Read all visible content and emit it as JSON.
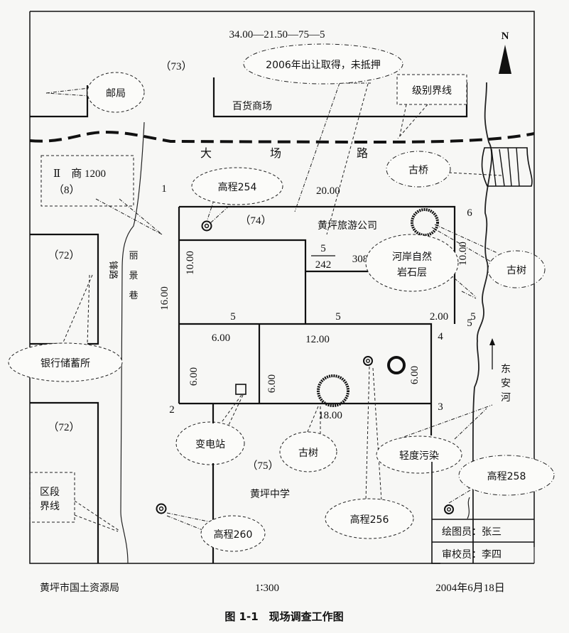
{
  "map": {
    "parcel_code": "34.00—21.50—75—5",
    "north_label": "N",
    "road_name": [
      "大",
      "场",
      "路"
    ],
    "alley_name": [
      "丽",
      "景",
      "巷"
    ],
    "alley_side": "锋路",
    "river_name": [
      "东",
      "安",
      "河"
    ],
    "blocks": {
      "b73": "（73）",
      "b74": "（74）",
      "b75": "（75）",
      "b72a": "（72）",
      "b72b": "（72）"
    },
    "buildings": {
      "post_office": "邮局",
      "department_store": "百货商场",
      "travel_company": "黄坪旅游公司",
      "middle_school": "黄坪中学",
      "bank": "银行储蓄所"
    },
    "land_grade": {
      "line1": "Ⅱ　商 1200",
      "line2": "（8）"
    },
    "callouts": {
      "transfer": "2006年出让取得，未抵押",
      "grade_boundary": "级别界线",
      "old_bridge": "古桥",
      "old_tree_east": "古树",
      "riverbank": [
        "河岸自然",
        "岩石层"
      ],
      "elev254": "高程254",
      "elev256": "高程256",
      "elev258": "高程258",
      "elev260": "高程260",
      "substation": "变电站",
      "old_tree_south": "古树",
      "pollution": "轻度污染",
      "section_boundary": [
        "区段",
        "界线"
      ]
    },
    "dimensions": {
      "d_20": "20.00",
      "d_10_left": "10.00",
      "d_16": "16.00",
      "d_10_right": "10.00",
      "d_6_top": "6.00",
      "d_6_left": "6.00",
      "d_6_mid": "6.00",
      "d_12": "12.00",
      "d_6_right": "6.00",
      "d_18": "18.00",
      "d_2": "2.00",
      "frac_num": "5",
      "frac_den": "242",
      "frac_val": "308",
      "seg5a": "5",
      "seg5b": "5",
      "seg5c": "5",
      "seg6": "6"
    },
    "points": [
      "1",
      "2",
      "3",
      "4",
      "5",
      "6"
    ],
    "title_block": {
      "drafter": "绘图员：张三",
      "checker": "审校员：李四"
    }
  },
  "footer": {
    "agency": "黄坪市国土资源局",
    "scale": "1∶300",
    "date": "2004年6月18日",
    "caption": "图 1-1　现场调查工作图"
  }
}
